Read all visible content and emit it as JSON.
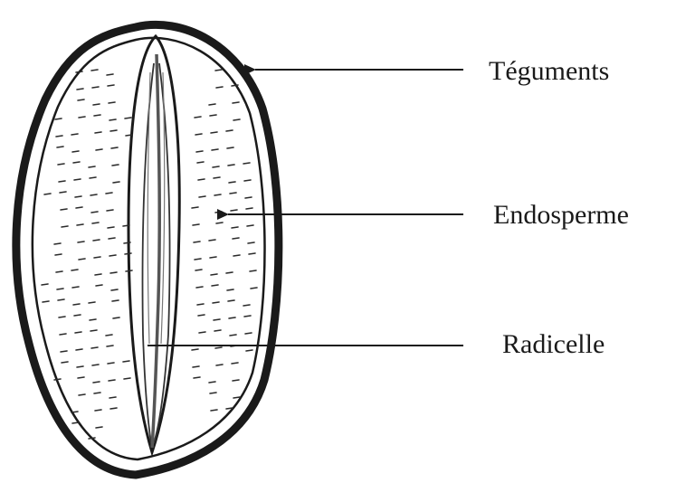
{
  "labels": {
    "teguments": "Téguments",
    "endosperme": "Endosperme",
    "radicelle": "Radicelle"
  },
  "colors": {
    "ink": "#1a1a1a",
    "background": "#ffffff"
  }
}
